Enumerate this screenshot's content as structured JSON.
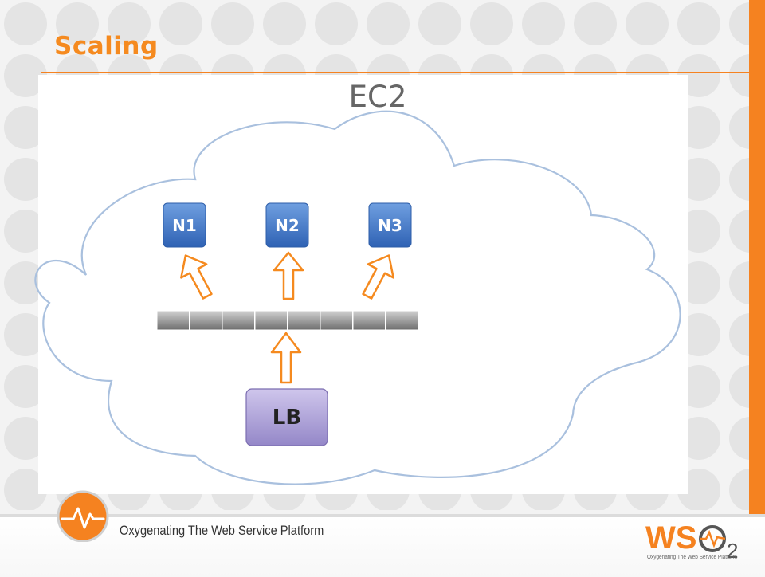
{
  "slide": {
    "title": "Scaling",
    "tagline": "Oxygenating The Web Service Platform"
  },
  "diagram": {
    "cloud_label": "EC2",
    "nodes": [
      {
        "label": "N1"
      },
      {
        "label": "N2"
      },
      {
        "label": "N3"
      }
    ],
    "load_balancer": {
      "label": "LB"
    },
    "queue_segments": 8
  },
  "brand": {
    "logo_text_ws": "WS",
    "logo_text_o": "O",
    "logo_text_2": "2",
    "logo_tagline": "Oxygenating The Web Service Platform"
  },
  "colors": {
    "accent": "#f58220",
    "node_blue": "#3f76c4",
    "lb_purple": "#a89ad0",
    "cloud_stroke": "#a9c0de"
  }
}
